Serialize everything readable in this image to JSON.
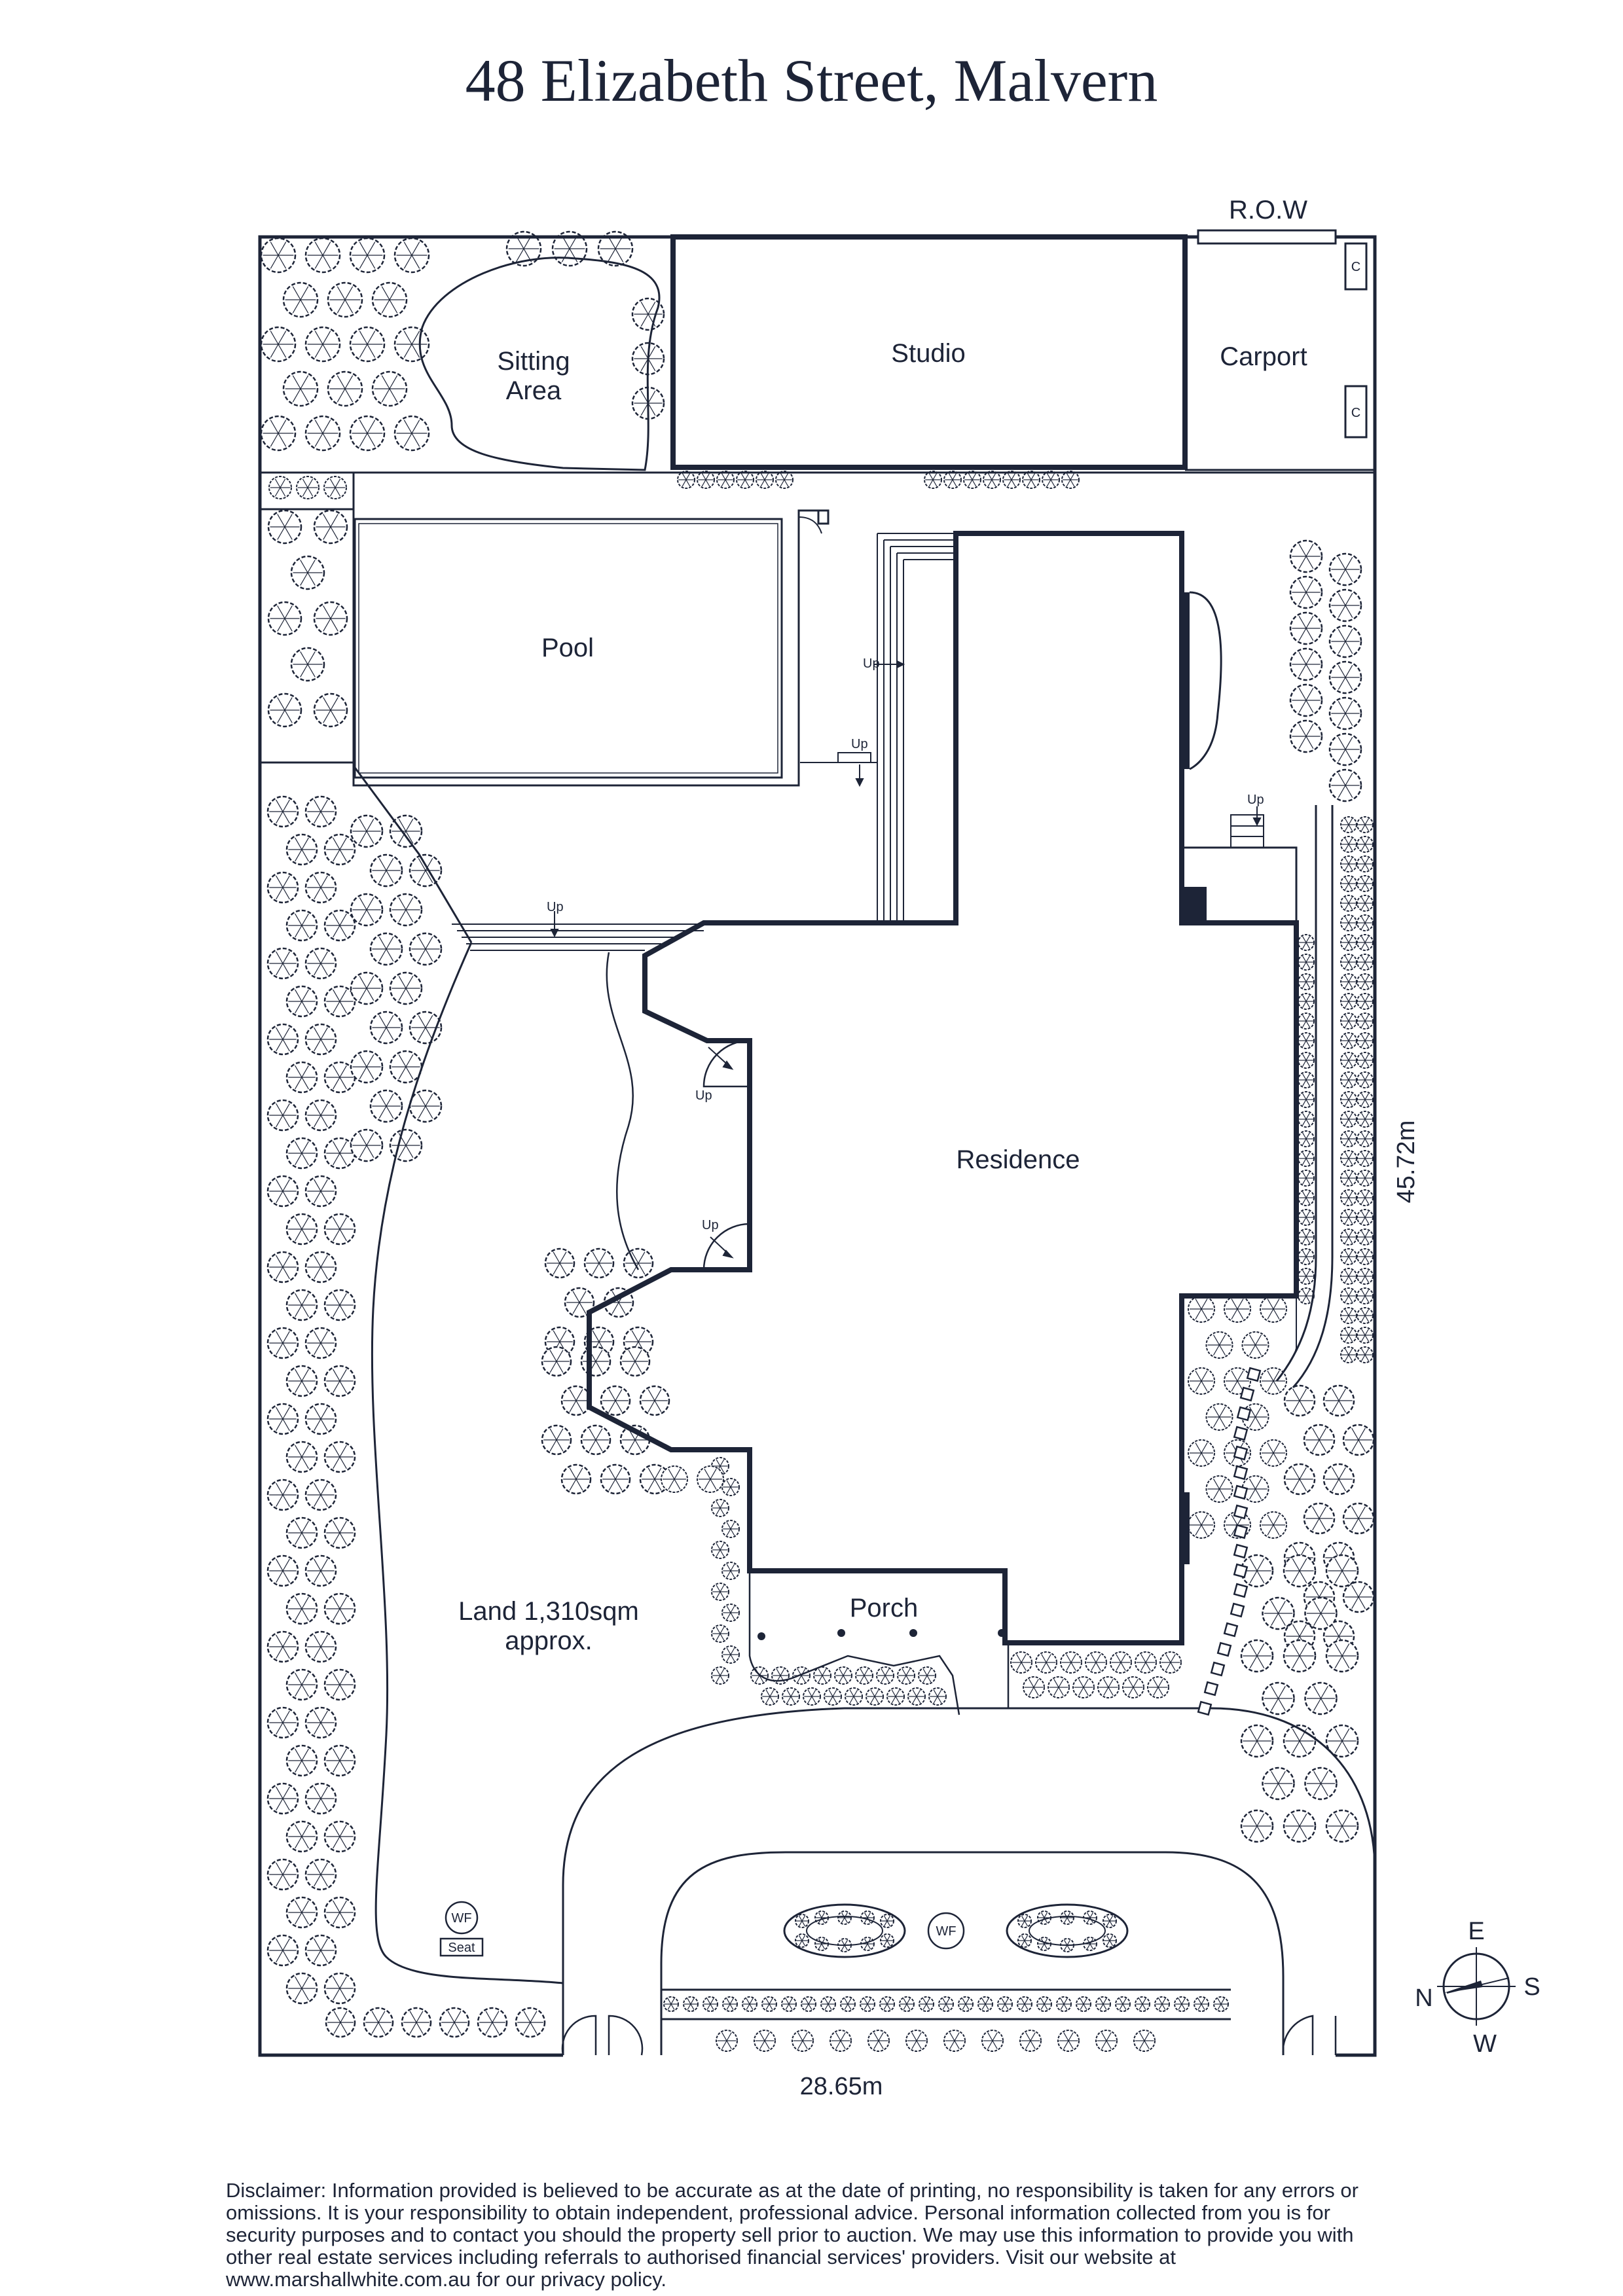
{
  "title": "48 Elizabeth Street, Malvern",
  "rooms": {
    "sitting_area": [
      "Sitting",
      "Area"
    ],
    "studio": "Studio",
    "carport": "Carport",
    "row": "R.O.W",
    "cabinet": "C",
    "pool": "Pool",
    "residence": "Residence",
    "porch": "Porch",
    "land": [
      "Land 1,310sqm",
      "approx."
    ],
    "up": "Up",
    "wf": "WF",
    "seat": "Seat"
  },
  "dimensions": {
    "width": "28.65m",
    "depth": "45.72m"
  },
  "compass": {
    "e": "E",
    "s": "S",
    "n": "N",
    "w": "W"
  },
  "colors": {
    "ink": "#1d2437",
    "background": "#ffffff"
  },
  "disclaimer": "Disclaimer: Information provided is believed to be accurate as at the date of printing, no responsibility is taken for any errors or omissions. It is your responsibility to obtain independent, professional advice. Personal information collected from you is for security purposes and to contact you should the property sell prior to auction. We may use this information to provide you with other real estate services including referrals to authorised financial services' providers. Visit our website at www.marshallwhite.com.au for our privacy policy."
}
